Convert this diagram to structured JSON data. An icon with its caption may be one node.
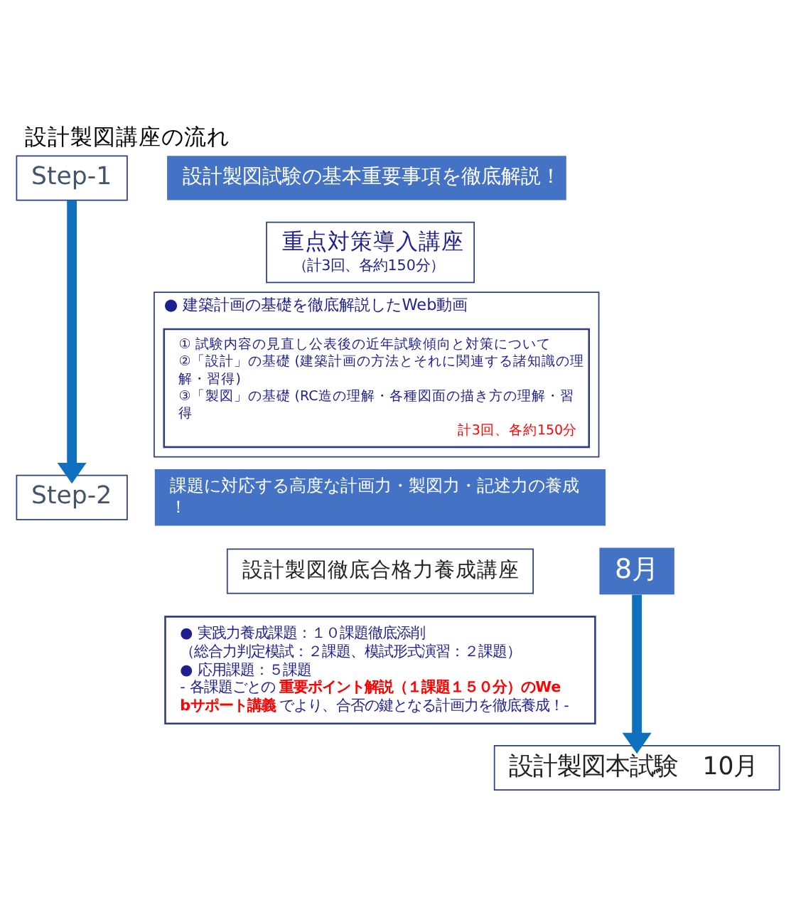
{
  "diagram": {
    "title": "設計製図講座の流れ",
    "nodes": [
      {
        "text": [
          "Step-1"
        ]
      },
      {
        "text": [
          "設計製図試験の基本重要事項を徹底解説！"
        ]
      },
      {
        "text": [
          "重点対策導入講座",
          "（計3回、各約150分）"
        ]
      },
      {
        "text": [
          "● 建築計画の基礎を徹底解説したWeb動画"
        ]
      },
      {
        "text": [
          "① 試験内容の見直し公表後の近年試験傾向と対策について",
          "②「設計」の基礎 (建築計画の方法とそれに関連する諸知識の理解・習得)",
          "③「製図」の基礎 (RC造の理解・各種図面の描き方の理解・習得",
          "計3回、各約150分"
        ],
        "in": 3
      },
      {
        "text": [
          "Step-2"
        ]
      },
      {
        "text": [
          "課題に対応する高度な計画力・製図力・記述力の養成！"
        ]
      },
      {
        "text": [
          "8月"
        ]
      },
      {
        "text": [
          "設計製図徹底合格力養成講座"
        ]
      },
      {
        "text": [
          "● 実践力養成課題：１０課題徹底添削",
          "（総合力判定模試：２課題、模試形式演習：２課題）",
          "● 応用課題：５課題",
          "- 各課題ごとの**重要ポイント解説（１課題１５０分）のWebサポート講義**でより、合否の鍵となる計画力を徹底養成！-"
        ]
      },
      {
        "text": [
          "設計製図本試験　10月"
        ]
      }
    ],
    "edges": [
      {
        "from": 0,
        "to": 5,
        "arrow": "to"
      },
      {
        "from": 7,
        "to": 10,
        "arrow": "to"
      }
    ]
  }
}
